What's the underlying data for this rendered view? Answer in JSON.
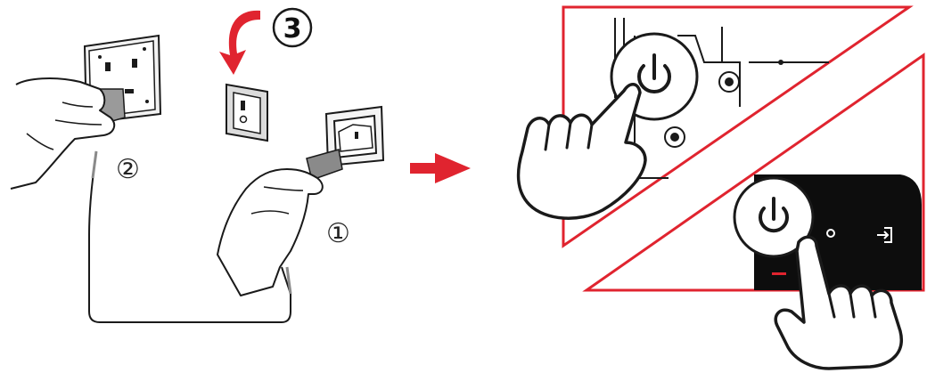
{
  "steps": [
    {
      "number": "①",
      "description_icon": "iec-power-inlet-icon"
    },
    {
      "number": "②",
      "description_icon": "wall-socket-plug-icon"
    },
    {
      "number": "3",
      "description_icon": "rocker-switch-icon"
    }
  ],
  "arrow_icon": "right-arrow-icon",
  "power_icon": "power-icon",
  "input_icon": "input-source-icon",
  "colors": {
    "accent_red": "#e0242f",
    "line": "#1a1a1a",
    "panel_black": "#0d0d0d",
    "cable_grey": "#8a8a8a"
  }
}
